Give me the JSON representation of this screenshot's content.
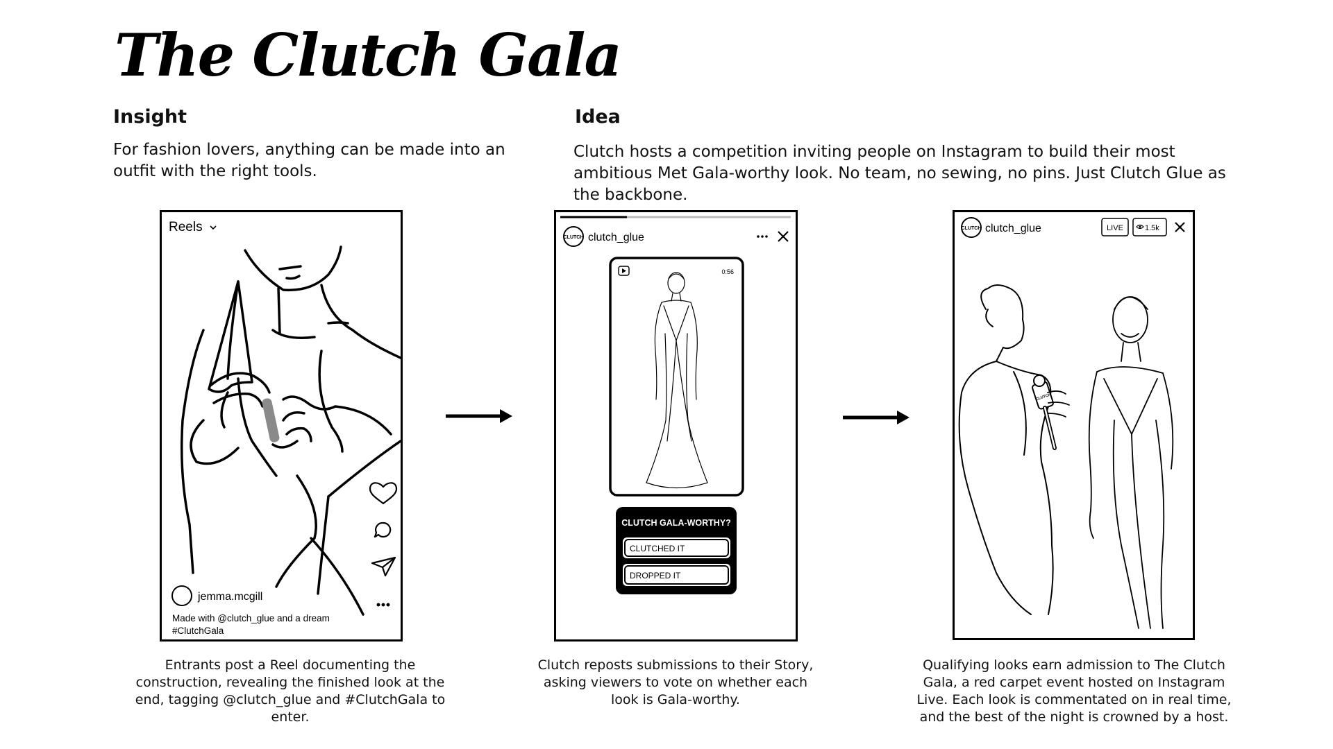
{
  "title": "The Clutch Gala",
  "insight": {
    "heading": "Insight",
    "text": "For fashion lovers, anything can be made into an outfit with the right tools."
  },
  "idea": {
    "heading": "Idea",
    "text": "Clutch hosts a competition inviting people on Instagram to build their most ambitious Met Gala-worthy look. No team, no sewing, no pins. Just Clutch Glue as the backbone."
  },
  "phone1": {
    "reels_label": "Reels",
    "username": "jemma.mcgill",
    "caption_line1": "Made with @clutch_glue and a dream",
    "caption_line2": "#ClutchGala"
  },
  "phone2": {
    "username": "clutch_glue",
    "avatar_text": "CLUTCH",
    "timer": "0:56",
    "poll_question": "CLUTCH GALA-WORTHY?",
    "option1": "CLUTCHED IT",
    "option2": "DROPPED IT"
  },
  "phone3": {
    "username": "clutch_glue",
    "avatar_text": "CLUTCH",
    "live_badge": "LIVE",
    "viewers": "1.5k",
    "mic_text": "CLUTCH"
  },
  "captions": {
    "step1": "Entrants post a Reel documenting the construction, revealing the finished look at the end, tagging @clutch_glue and #ClutchGala to enter.",
    "step2": "Clutch reposts submissions to their Story, asking viewers to vote on whether each look is Gala-worthy.",
    "step3": "Qualifying looks earn admission to The Clutch Gala, a red carpet event hosted on Instagram Live. Each look is commentated on in real time, and the best of the night is crowned by a host."
  },
  "colors": {
    "ink": "#000000",
    "glue_stick": "#8a8a8a",
    "background": "#ffffff"
  }
}
